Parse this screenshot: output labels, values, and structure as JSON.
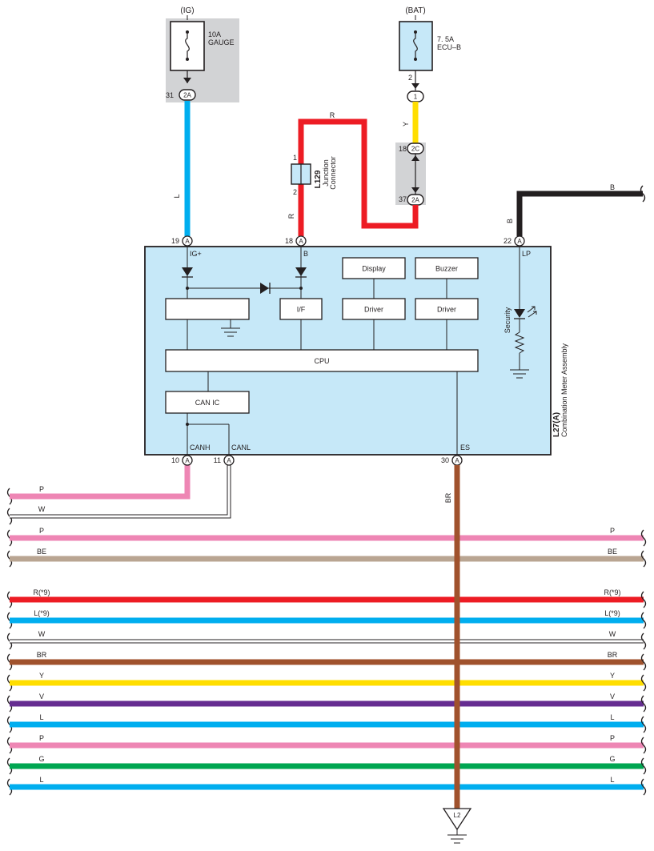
{
  "power": {
    "ig": {
      "label": "(IG)",
      "fuse_amp": "10A",
      "fuse_name": "GAUGE",
      "pin": "31",
      "conn": "2A"
    },
    "bat": {
      "label": "(BAT)",
      "fuse_amp": "7. 5A",
      "fuse_name": "ECU–B",
      "pin": "2",
      "conn": "1"
    }
  },
  "junction_upper": {
    "pin": "18",
    "conn": "2C"
  },
  "junction_lower": {
    "pin": "37",
    "conn": "2A"
  },
  "junction_connector": {
    "code": "L129",
    "name": "Junction",
    "name2": "Connector",
    "pin_top": "1",
    "pin_bottom": "2"
  },
  "meter": {
    "code": "L27(A)",
    "name": "Combination Meter Assembly",
    "connector": "A",
    "pins": {
      "ig": {
        "num": "19",
        "label": "IG+"
      },
      "b": {
        "num": "18",
        "label": "B"
      },
      "lp": {
        "num": "22",
        "label": "LP"
      },
      "canh": {
        "num": "10",
        "label": "CANH"
      },
      "canl": {
        "num": "11",
        "label": "CANL"
      },
      "es": {
        "num": "30",
        "label": "ES"
      }
    },
    "blocks": {
      "if": "I/F",
      "display": "Display",
      "buzzer": "Buzzer",
      "driver1": "Driver",
      "driver2": "Driver",
      "cpu": "CPU",
      "can_ic": "CAN IC",
      "security": "Security"
    }
  },
  "wire_labels": {
    "l": "L",
    "r_top": "R",
    "r_side": "R",
    "y": "Y",
    "b_top": "B",
    "b_side": "B",
    "br": "BR"
  },
  "ground": {
    "code": "L2"
  },
  "bus": [
    {
      "left": "P",
      "right": "",
      "color": "#ee86b4"
    },
    {
      "left": "W",
      "right": "",
      "color": "#ffffff"
    },
    {
      "left": "P",
      "right": "P",
      "color": "#ee86b4"
    },
    {
      "left": "BE",
      "right": "BE",
      "color": "#b9a592"
    },
    {
      "left": "R(*9)",
      "right": "R(*9)",
      "color": "#ed1c24"
    },
    {
      "left": "L(*9)",
      "right": "L(*9)",
      "color": "#00aeef"
    },
    {
      "left": "W",
      "right": "W",
      "color": "#ffffff"
    },
    {
      "left": "BR",
      "right": "BR",
      "color": "#a0522d"
    },
    {
      "left": "Y",
      "right": "Y",
      "color": "#ffde00"
    },
    {
      "left": "V",
      "right": "V",
      "color": "#662d91"
    },
    {
      "left": "L",
      "right": "L",
      "color": "#00aeef"
    },
    {
      "left": "P",
      "right": "P",
      "color": "#ee86b4"
    },
    {
      "left": "G",
      "right": "G",
      "color": "#00a651"
    },
    {
      "left": "L",
      "right": "L",
      "color": "#00aeef"
    }
  ],
  "colors": {
    "L": "#00aeef",
    "R": "#ed1c24",
    "Y": "#ffde00",
    "B": "#231f20",
    "BR": "#a0522d",
    "P": "#ee86b4",
    "BE": "#b9a592",
    "V": "#662d91",
    "G": "#00a651",
    "ecu_fill": "#c6e8f8",
    "shade": "#d2d3d5"
  }
}
